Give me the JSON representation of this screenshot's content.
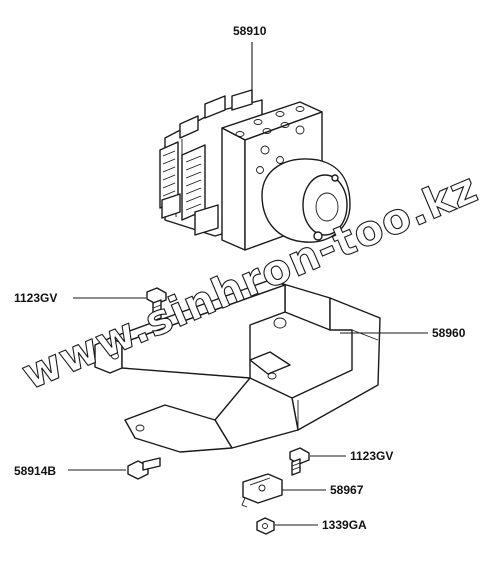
{
  "callouts": {
    "hydraulic_unit": "58910",
    "bolt_top": "1123GV",
    "bracket": "58960",
    "bolt_right": "1123GV",
    "bolt_left": "58914B",
    "clip": "58967",
    "nut": "1339GA"
  },
  "watermark": "www.sinhron-too.kz"
}
